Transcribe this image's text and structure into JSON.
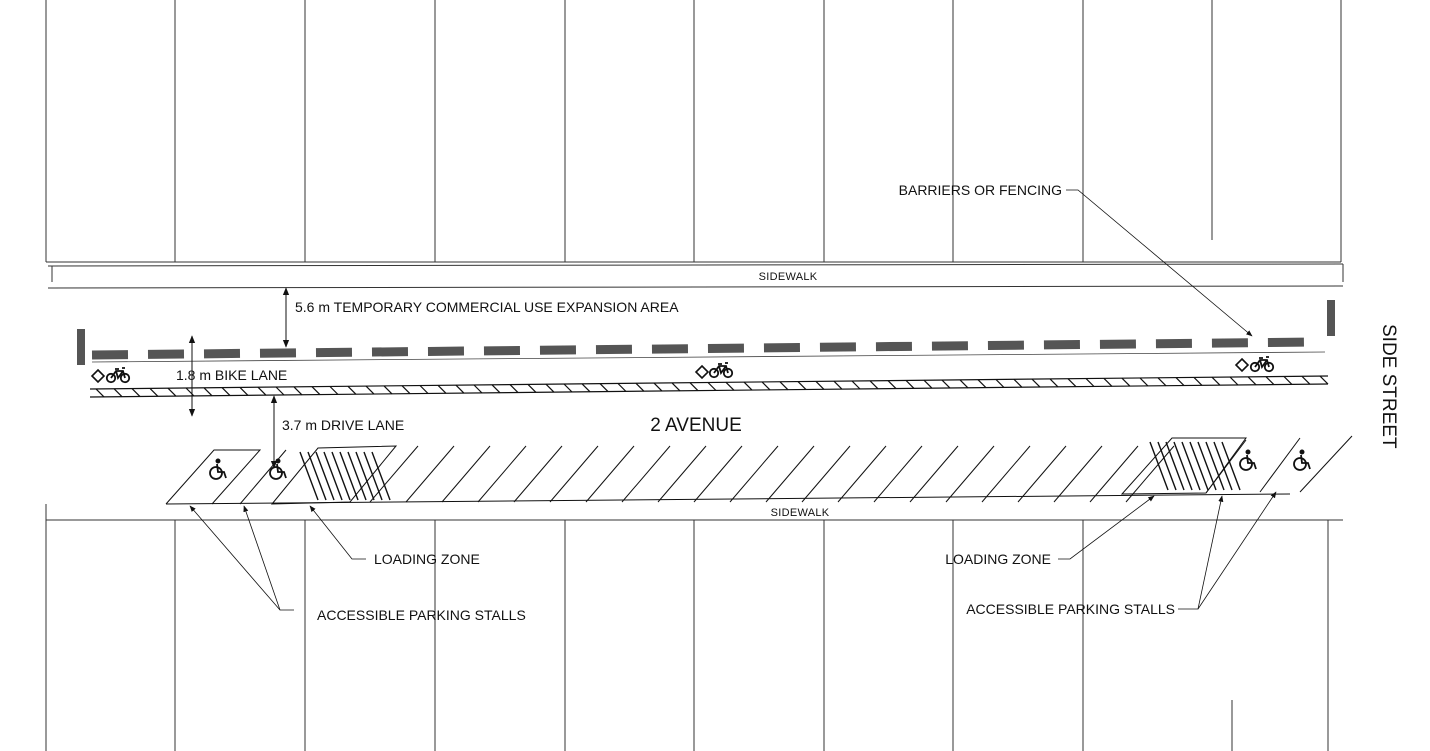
{
  "labels": {
    "sidewalk_north": "SIDEWALK",
    "sidewalk_south": "SIDEWALK",
    "expansion_area": "5.6 m TEMPORARY COMMERCIAL USE EXPANSION AREA",
    "bike_lane": "1.8 m BIKE LANE",
    "drive_lane": "3.7 m DRIVE LANE",
    "street_name": "2 AVENUE",
    "side_street": "SIDE STREET",
    "barriers": "BARRIERS OR FENCING",
    "loading_zone_left": "LOADING ZONE",
    "loading_zone_right": "LOADING ZONE",
    "accessible_left": "ACCESSIBLE PARKING STALLS",
    "accessible_right": "ACCESSIBLE PARKING STALLS"
  },
  "icons": {
    "bike_symbol": "bicycle-lane-marking-icon",
    "accessible_symbol": "wheelchair-icon",
    "diamond": "diamond-lane-marking-icon"
  },
  "colors": {
    "ink": "#111111",
    "barrier": "#555555"
  }
}
